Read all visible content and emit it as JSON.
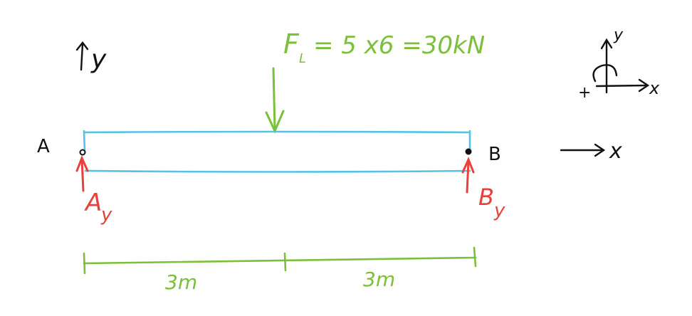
{
  "load": {
    "label": "F",
    "subscript": "L",
    "equation": "= 5 x6 =30kN"
  },
  "points": {
    "a": "A",
    "b": "B"
  },
  "reactions": {
    "a": {
      "label": "A",
      "subscript": "y"
    },
    "b": {
      "label": "B",
      "subscript": "y"
    }
  },
  "axes": {
    "left_y": "y",
    "corner_y": "y",
    "corner_x": "x",
    "corner_plus": "+",
    "beam_x": "x"
  },
  "dimensions": {
    "left_span": "3m",
    "right_span": "3m"
  },
  "colors": {
    "beam": "#56c2e6",
    "load": "#7bbf3a",
    "reaction": "#e8413b",
    "ink": "#111111",
    "dimension": "#7bbf3a"
  }
}
